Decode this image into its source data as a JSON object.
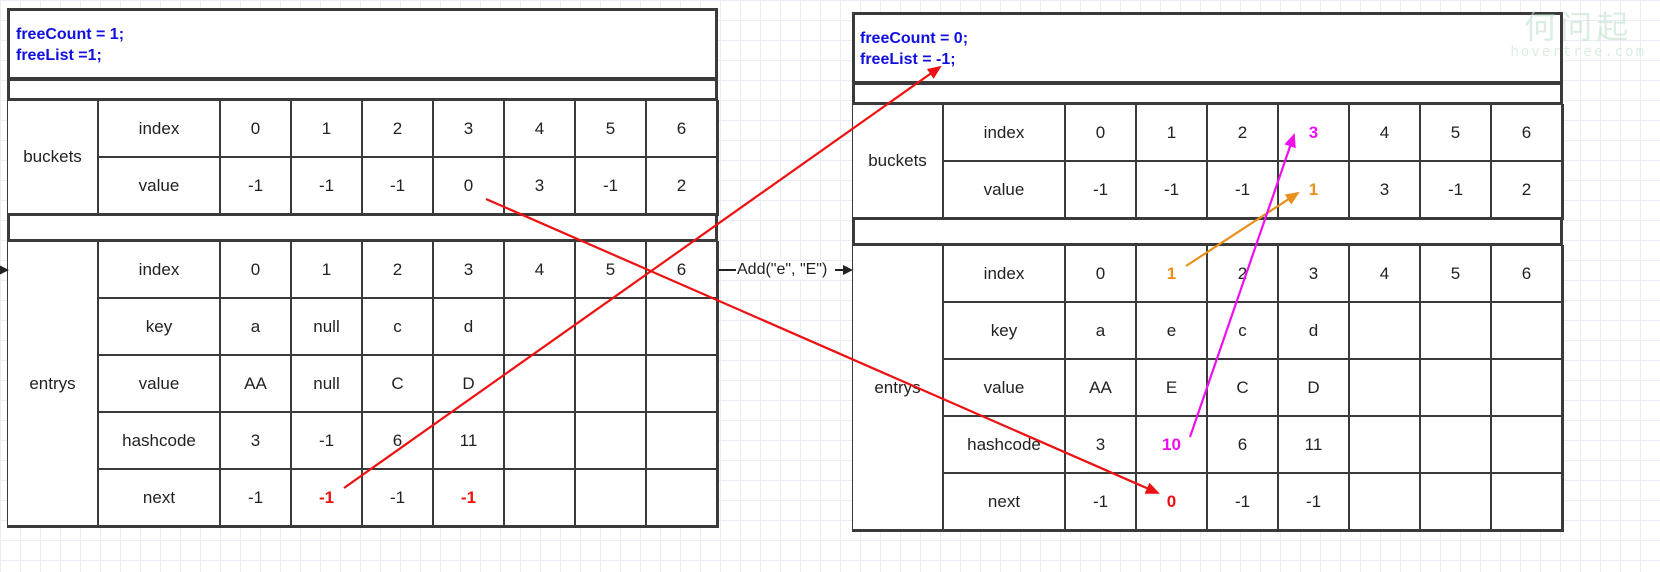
{
  "left": {
    "code": {
      "line1": "freeCount = 1;",
      "line2": "freeList =1;"
    },
    "buckets_label": "buckets",
    "entrys_label": "entrys",
    "bucket_rows": [
      {
        "label": "index",
        "cells": [
          "0",
          "1",
          "2",
          "3",
          "4",
          "5",
          "6"
        ]
      },
      {
        "label": "value",
        "cells": [
          "-1",
          "-1",
          "-1",
          "0",
          "3",
          "-1",
          "2"
        ]
      }
    ],
    "entry_rows": [
      {
        "label": "index",
        "cells": [
          "0",
          "1",
          "2",
          "3",
          "4",
          "5",
          "6"
        ]
      },
      {
        "label": "key",
        "cells": [
          "a",
          "null",
          "c",
          "d",
          "",
          "",
          ""
        ]
      },
      {
        "label": "value",
        "cells": [
          "AA",
          "null",
          "C",
          "D",
          "",
          "",
          ""
        ]
      },
      {
        "label": "hashcode",
        "cells": [
          "3",
          "-1",
          "6",
          "11",
          "",
          "",
          ""
        ]
      },
      {
        "label": "next",
        "cells": [
          "-1",
          "-1",
          "-1",
          "-1",
          "",
          "",
          ""
        ]
      }
    ]
  },
  "right": {
    "code": {
      "line1": "freeCount = 0;",
      "line2": "freeList = -1;"
    },
    "buckets_label": "buckets",
    "entrys_label": "entrys",
    "bucket_rows": [
      {
        "label": "index",
        "cells": [
          "0",
          "1",
          "2",
          "3",
          "4",
          "5",
          "6"
        ]
      },
      {
        "label": "value",
        "cells": [
          "-1",
          "-1",
          "-1",
          "1",
          "3",
          "-1",
          "2"
        ]
      }
    ],
    "entry_rows": [
      {
        "label": "index",
        "cells": [
          "0",
          "1",
          "2",
          "3",
          "4",
          "5",
          "6"
        ]
      },
      {
        "label": "key",
        "cells": [
          "a",
          "e",
          "c",
          "d",
          "",
          "",
          ""
        ]
      },
      {
        "label": "value",
        "cells": [
          "AA",
          "E",
          "C",
          "D",
          "",
          "",
          ""
        ]
      },
      {
        "label": "hashcode",
        "cells": [
          "3",
          "10",
          "6",
          "11",
          "",
          "",
          ""
        ]
      },
      {
        "label": "next",
        "cells": [
          "-1",
          "0",
          "-1",
          "-1",
          "",
          "",
          ""
        ]
      }
    ]
  },
  "operation_label": "Add(\"e\", \"E\")",
  "watermark": {
    "cn": "何问起",
    "en": "hovertree.com"
  },
  "colors": {
    "code_text": "#1010e0",
    "red_arrow": "#ee1111",
    "orange_arrow": "#e8901c",
    "magenta_arrow": "#ee10ee",
    "border": "#3a3a3a"
  }
}
